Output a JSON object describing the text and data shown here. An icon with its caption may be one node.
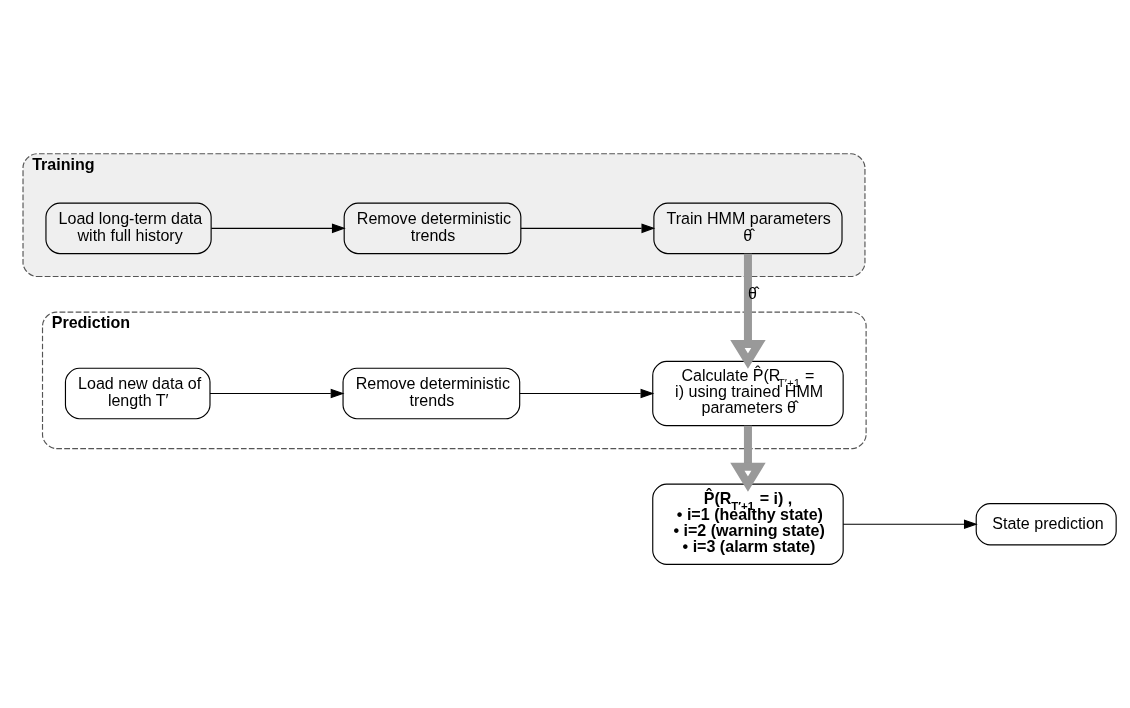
{
  "diagram": {
    "nodes": [
      {
        "text": [
          "Training"
        ]
      },
      {
        "text": [
          "Load long-term data with full history"
        ],
        "in": 0
      },
      {
        "text": [
          "Remove deterministic trends"
        ],
        "in": 0
      },
      {
        "text": [
          "Train HMM parameters θ̂"
        ],
        "in": 0
      },
      {
        "text": [
          "Prediction"
        ]
      },
      {
        "text": [
          "Load new data of length T′"
        ],
        "in": 4
      },
      {
        "text": [
          "Remove deterministic trends"
        ],
        "in": 4
      },
      {
        "text": [
          "Calculate P̂(R$_{T′+1}$ = i) using trained HMM parameters θ̂"
        ],
        "in": 4
      },
      {
        "text": [
          "P̂(R$_{T′+1}$ = i) ,",
          "• i=1 (healthy state)",
          "• i=2 (warning state)",
          "• i=3 (alarm state)"
        ]
      },
      {
        "text": [
          "State prediction"
        ]
      }
    ],
    "edges": [
      {
        "from": 1,
        "to": 2,
        "arrow": "to"
      },
      {
        "from": 2,
        "to": 3,
        "arrow": "to"
      },
      {
        "from": 3,
        "to": 7,
        "arrow": "to",
        "label": "θ̂",
        "style": "thick",
        "color": "#999999"
      },
      {
        "from": 5,
        "to": 6,
        "arrow": "to"
      },
      {
        "from": 6,
        "to": 7,
        "arrow": "to"
      },
      {
        "from": 7,
        "to": 8,
        "arrow": "to",
        "style": "thick",
        "color": "#999999"
      },
      {
        "from": 8,
        "to": 9,
        "arrow": "to"
      }
    ]
  }
}
